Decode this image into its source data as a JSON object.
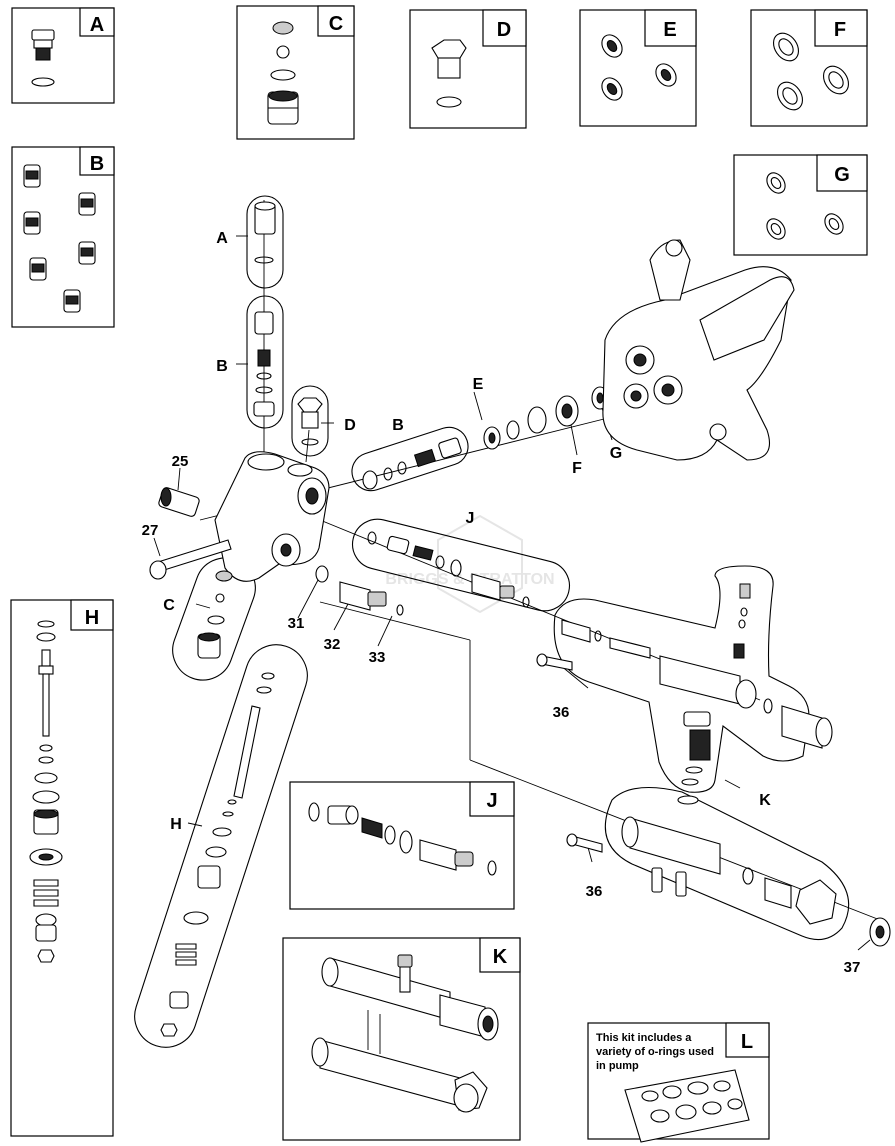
{
  "kits": [
    {
      "letter": "A"
    },
    {
      "letter": "B"
    },
    {
      "letter": "C"
    },
    {
      "letter": "D"
    },
    {
      "letter": "E"
    },
    {
      "letter": "F"
    },
    {
      "letter": "G"
    },
    {
      "letter": "H"
    },
    {
      "letter": "J"
    },
    {
      "letter": "K"
    },
    {
      "letter": "L"
    }
  ],
  "kit_l_note": [
    "This kit includes a",
    "variety of o-rings used",
    "in pump"
  ],
  "callouts": {
    "A": "A",
    "B": "B",
    "B2": "B",
    "C": "C",
    "D": "D",
    "E": "E",
    "F": "F",
    "G": "G",
    "H": "H",
    "J": "J",
    "K": "K"
  },
  "part_numbers": {
    "p25": "25",
    "p27": "27",
    "p31": "31",
    "p32": "32",
    "p33": "33",
    "p36a": "36",
    "p36b": "36",
    "p37": "37"
  },
  "watermark": "BRIGGS & STRATTON"
}
